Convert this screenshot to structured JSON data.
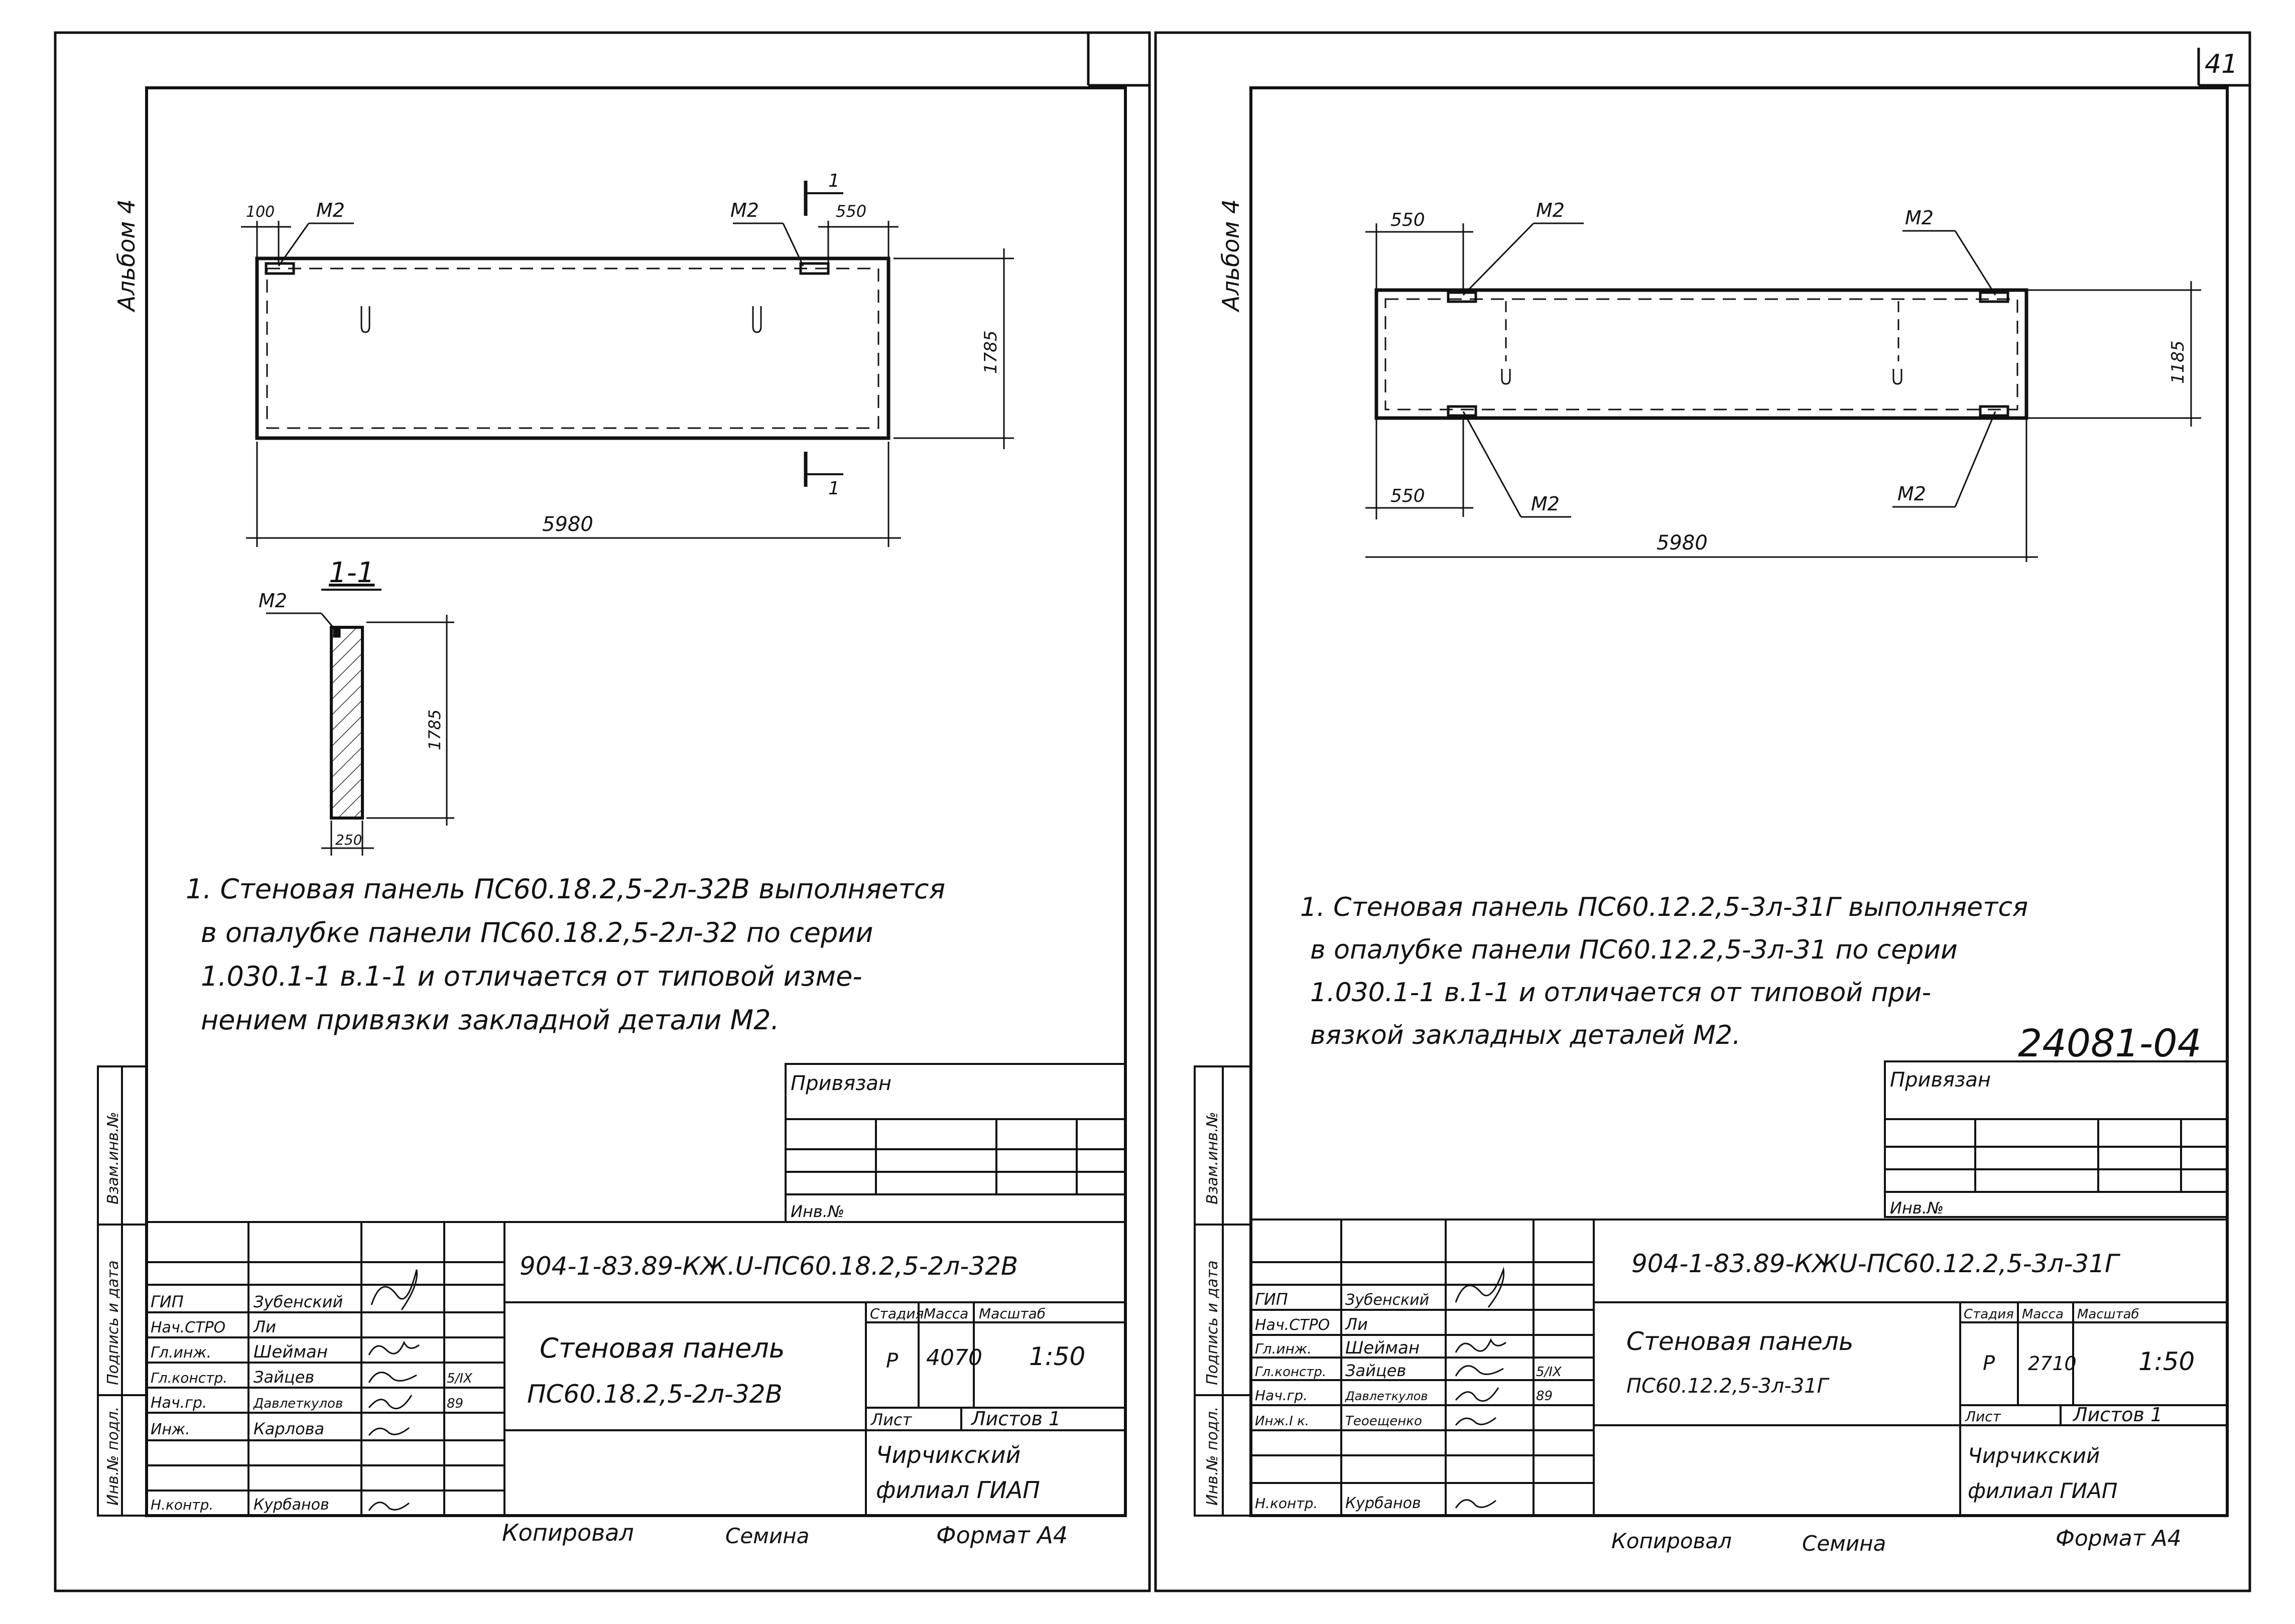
{
  "page_number": "41",
  "left_sheet": {
    "album_label": "Альбом 4",
    "dims": {
      "left_offset": "100",
      "right_offset": "550",
      "length": "5980",
      "height": "1785",
      "section_height": "1785",
      "thickness": "250"
    },
    "marks": {
      "m_left": "М2",
      "m_right": "М2",
      "m_section": "М2",
      "section_cut": "1"
    },
    "section_title": "1-1",
    "notes": [
      "1. Стеновая панель ПС60.18.2,5-2л-32В выполняется",
      "в опалубке панели ПС60.18.2,5-2л-32 по серии",
      "1.030.1-1 в.1-1 и отличается от типовой изме-",
      "нением привязки закладной детали М2."
    ],
    "bound_label": "Привязан",
    "inv_label": "Инв.№",
    "side_labels": [
      "Взам.инв.№",
      "Подпись и дата",
      "Инв.№ подл."
    ],
    "doc_code": "904-1-83.89-КЖ.U-ПС60.18.2,5-2л-32В",
    "staff": [
      {
        "role": "ГИП",
        "name": "Зубенский",
        "date": ""
      },
      {
        "role": "Нач.СТРО",
        "name": "Ли",
        "date": ""
      },
      {
        "role": "Гл.инж.",
        "name": "Шейман",
        "date": ""
      },
      {
        "role": "Гл.констр.",
        "name": "Зайцев",
        "date": "5/IX"
      },
      {
        "role": "Нач.гр.",
        "name": "Давлеткулов",
        "date": "89"
      },
      {
        "role": "Инж.",
        "name": "Карлова",
        "date": ""
      },
      {
        "role": "",
        "name": "",
        "date": ""
      },
      {
        "role": "Н.контр.",
        "name": "Курбанов",
        "date": ""
      }
    ],
    "title_lines": [
      "Стеновая панель",
      "ПС60.18.2,5-2л-32В"
    ],
    "stage_header": "Стадия",
    "mass_header": "Масса",
    "scale_header": "Масштаб",
    "stage": "Р",
    "mass": "4070",
    "scale": "1:50",
    "sheet_label": "Лист",
    "sheets_label": "Листов 1",
    "org_lines": [
      "Чирчикский",
      "филиал ГИАП"
    ],
    "copied_label": "Копировал",
    "copied_by": "Семина",
    "format": "Формат А4"
  },
  "right_sheet": {
    "album_label": "Альбом 4",
    "dims": {
      "top_offset": "550",
      "bottom_offset": "550",
      "length": "5980",
      "height": "1185"
    },
    "marks": {
      "m_top_left": "М2",
      "m_top_right": "М2",
      "m_bottom_left": "М2",
      "m_bottom_right": "М2"
    },
    "notes": [
      "1. Стеновая панель ПС60.12.2,5-3л-31Г выполняется",
      "в опалубке панели ПС60.12.2,5-3л-31 по серии",
      "1.030.1-1 в.1-1 и отличается от типовой при-",
      "вязкой закладных деталей М2."
    ],
    "stamp_number": "24081-04",
    "bound_label": "Привязан",
    "inv_label": "Инв.№",
    "side_labels": [
      "Взам.инв.№",
      "Подпись и дата",
      "Инв.№ подл."
    ],
    "doc_code": "904-1-83.89-КЖU-ПС60.12.2,5-3л-31Г",
    "staff": [
      {
        "role": "ГИП",
        "name": "Зубенский",
        "date": ""
      },
      {
        "role": "Нач.СТРО",
        "name": "Ли",
        "date": ""
      },
      {
        "role": "Гл.инж.",
        "name": "Шейман",
        "date": ""
      },
      {
        "role": "Гл.констр.",
        "name": "Зайцев",
        "date": "5/IX"
      },
      {
        "role": "Нач.гр.",
        "name": "Давлеткулов",
        "date": "89"
      },
      {
        "role": "Инж.I к.",
        "name": "Теоещенко",
        "date": ""
      },
      {
        "role": "",
        "name": "",
        "date": ""
      },
      {
        "role": "Н.контр.",
        "name": "Курбанов",
        "date": ""
      }
    ],
    "title_lines": [
      "Стеновая панель",
      "ПС60.12.2,5-3л-31Г"
    ],
    "stage_header": "Стадия",
    "mass_header": "Масса",
    "scale_header": "Масштаб",
    "stage": "Р",
    "mass": "2710",
    "scale": "1:50",
    "sheet_label": "Лист",
    "sheets_label": "Листов 1",
    "org_lines": [
      "Чирчикский",
      "филиал ГИАП"
    ],
    "copied_label": "Копировал",
    "copied_by": "Семина",
    "format": "Формат А4"
  }
}
